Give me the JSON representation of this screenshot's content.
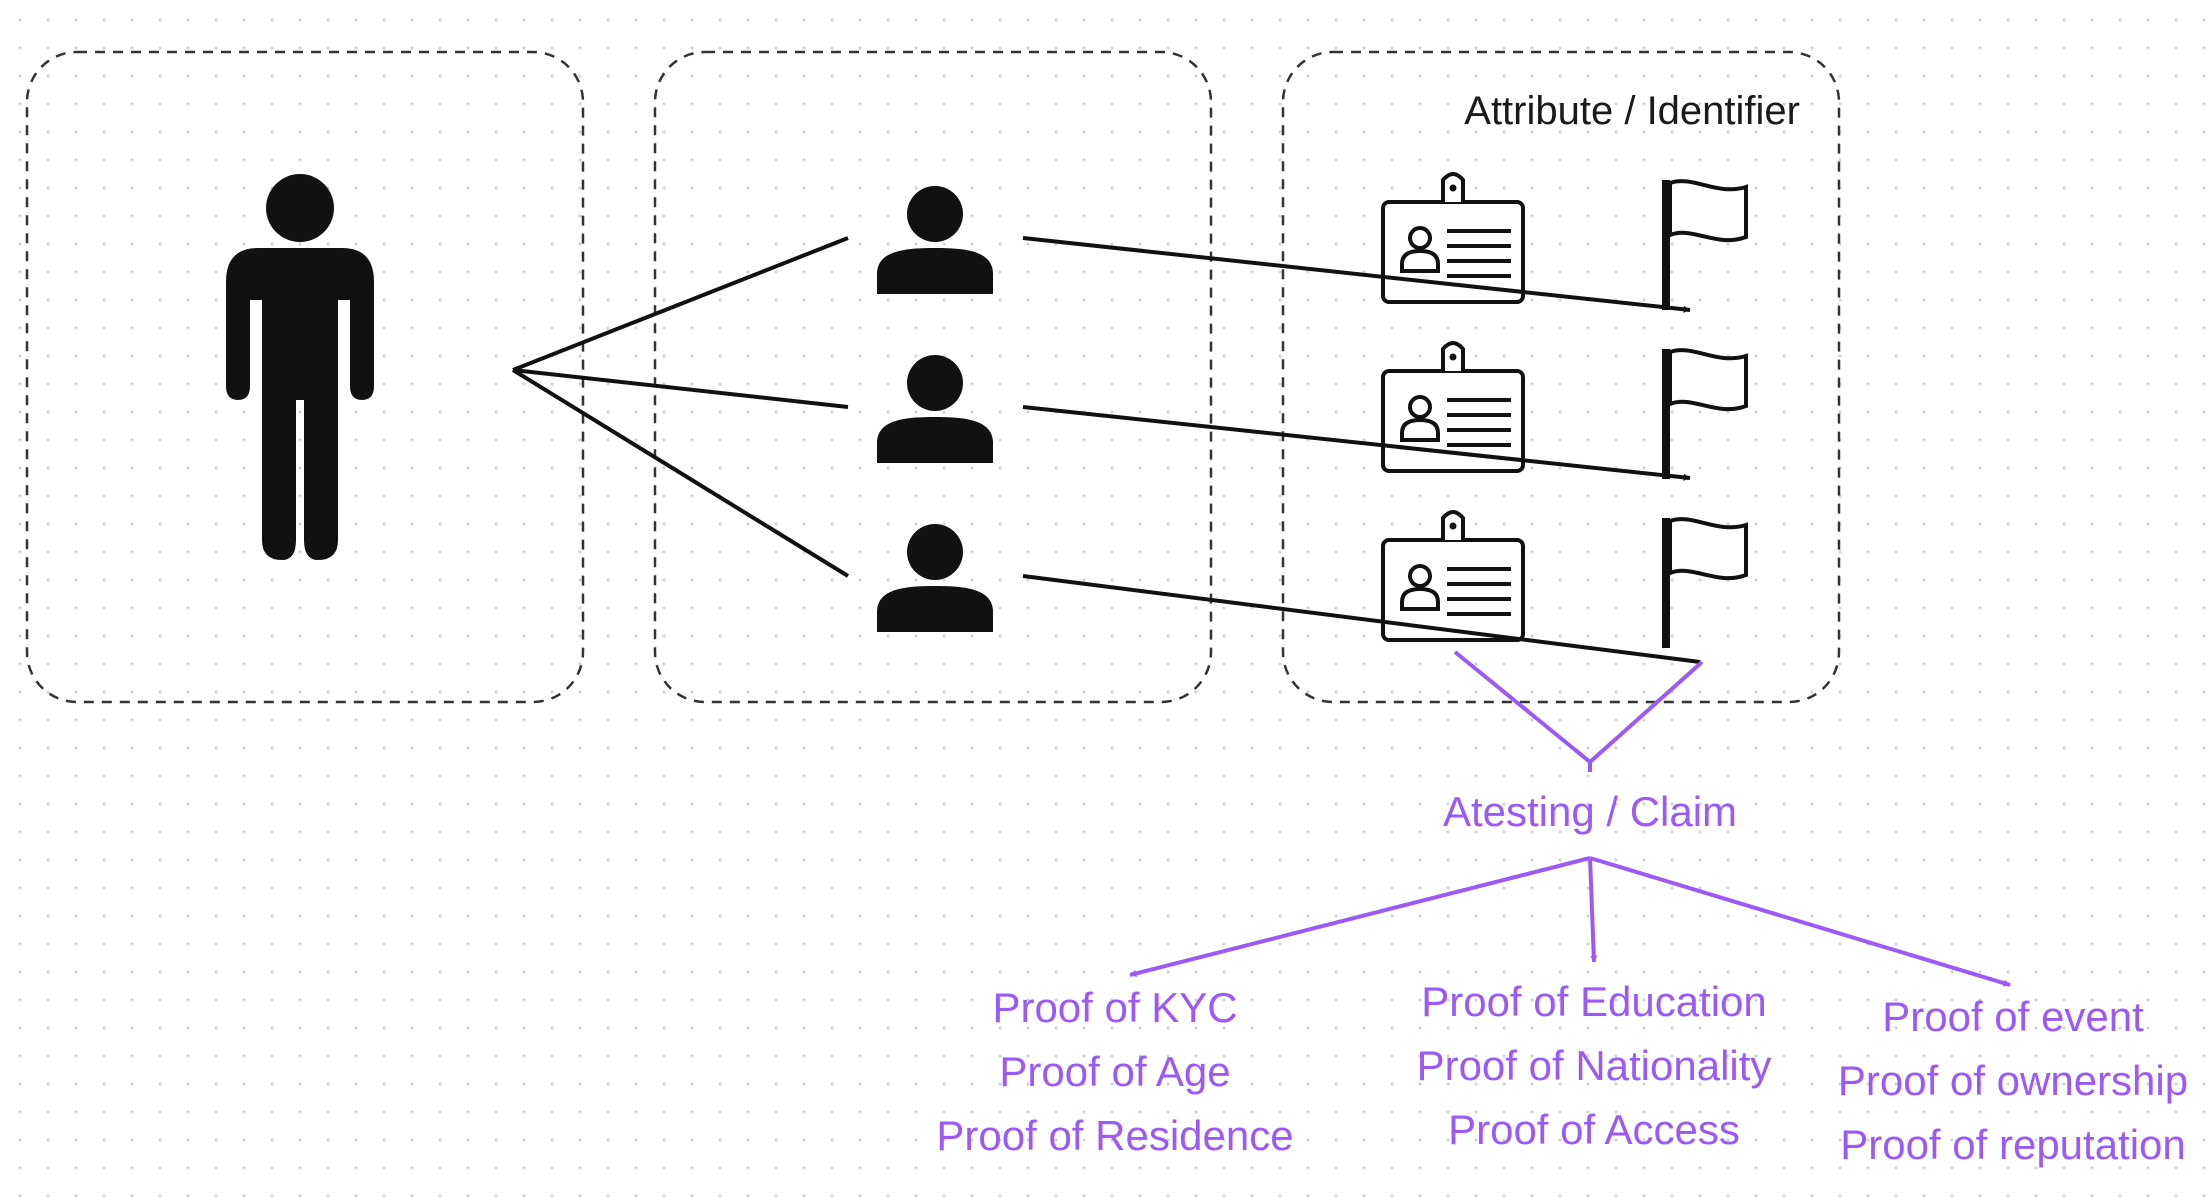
{
  "colors": {
    "accent": "#9b59f5",
    "ink": "#111111",
    "dashed_border": "#333333"
  },
  "icons": {
    "person": "person-standing-icon",
    "user": "user-profile-icon",
    "badge": "id-badge-icon",
    "flag": "flag-icon"
  },
  "identifier_panel": {
    "title": "Attribute / Identifier"
  },
  "claim": {
    "label": "Atesting / Claim"
  },
  "proofs": {
    "left": [
      "Proof of KYC",
      "Proof of Age",
      "Proof of Residence"
    ],
    "center": [
      "Proof of Education",
      "Proof of Nationality",
      "Proof of Access"
    ],
    "right": [
      "Proof of event",
      "Proof of ownership",
      "Proof of reputation"
    ]
  }
}
